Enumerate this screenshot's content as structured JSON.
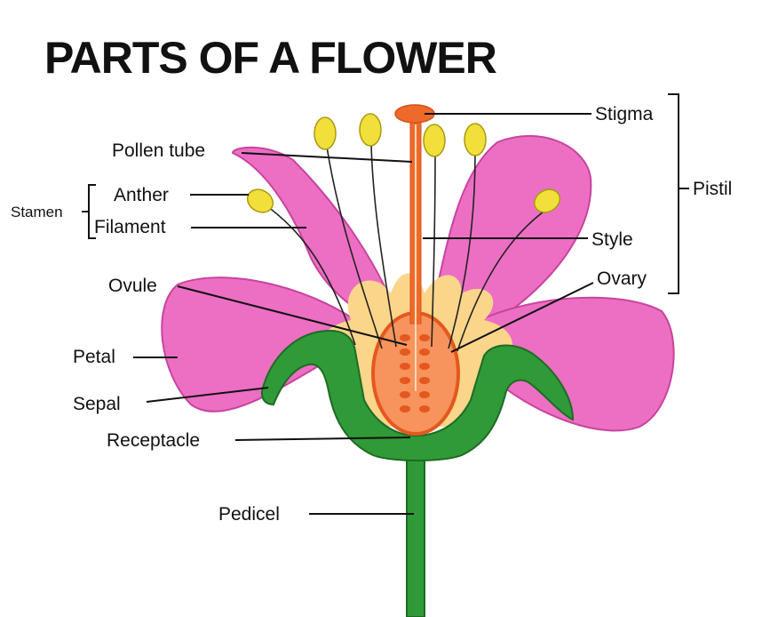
{
  "title": "PARTS OF A FLOWER",
  "labels": {
    "stigma": "Stigma",
    "pollen_tube": "Pollen tube",
    "anther": "Anther",
    "stamen": "Stamen",
    "filament": "Filament",
    "pistil": "Pistil",
    "style": "Style",
    "ovary": "Ovary",
    "ovule": "Ovule",
    "petal": "Petal",
    "sepal": "Sepal",
    "receptacle": "Receptacle",
    "pedicel": "Pedicel"
  },
  "colors": {
    "petal": "#ec6fc4",
    "petal_edge": "#c8449d",
    "sepal": "#2f9a37",
    "sepal_edge": "#1e6b23",
    "inner": "#fbd58a",
    "ovary": "#f7935c",
    "ovary_edge": "#e4581f",
    "anther": "#f2e03a",
    "anther_edge": "#a89a10",
    "style": "#ee6a2a"
  }
}
